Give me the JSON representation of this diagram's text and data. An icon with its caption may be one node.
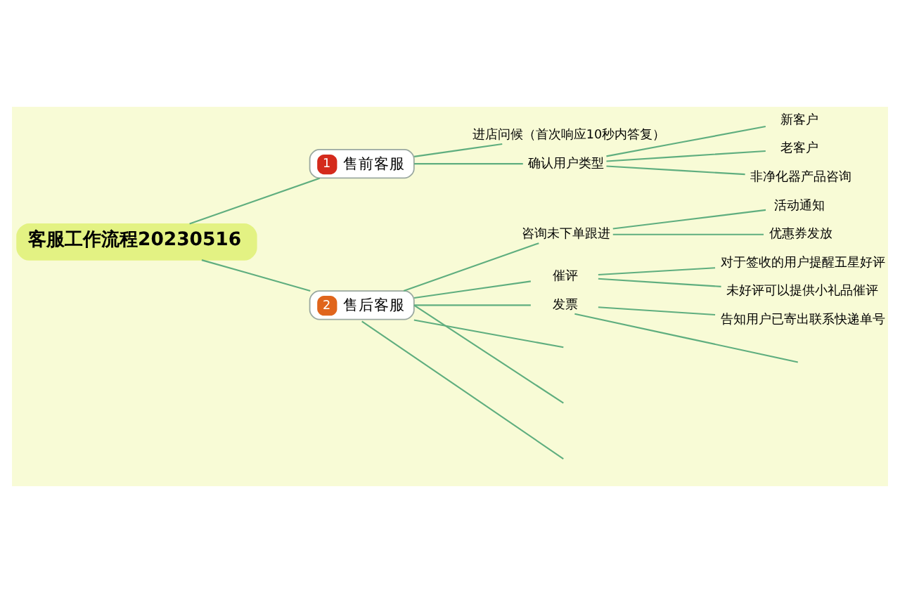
{
  "diagram": {
    "nodes": [
      {
        "text": [
          "客服工作流程20230516"
        ]
      },
      {
        "text": [
          "1",
          "售前客服"
        ]
      },
      {
        "text": [
          "进店问候（首次响应10秒内答复）"
        ]
      },
      {
        "text": [
          "确认用户类型"
        ]
      },
      {
        "text": [
          "新客户"
        ]
      },
      {
        "text": [
          "老客户"
        ]
      },
      {
        "text": [
          "非净化器产品咨询"
        ]
      },
      {
        "text": [
          "2",
          "售后客服"
        ]
      },
      {
        "text": [
          "咨询未下单跟进"
        ]
      },
      {
        "text": [
          "活动通知"
        ]
      },
      {
        "text": [
          "优惠券发放"
        ]
      },
      {
        "text": [
          "催评"
        ]
      },
      {
        "text": [
          "对于签收的用户提醒五星好评"
        ]
      },
      {
        "text": [
          "未好评可以提供小礼品催评"
        ]
      },
      {
        "text": [
          "发票"
        ]
      },
      {
        "text": [
          "告知用户已寄出联系快递单号"
        ]
      }
    ],
    "edges": [
      {
        "from": 0,
        "to": 1,
        "arrow": "none"
      },
      {
        "from": 0,
        "to": 7,
        "arrow": "none"
      },
      {
        "from": 1,
        "to": 2,
        "arrow": "none"
      },
      {
        "from": 1,
        "to": 3,
        "arrow": "none"
      },
      {
        "from": 3,
        "to": 4,
        "arrow": "none"
      },
      {
        "from": 3,
        "to": 5,
        "arrow": "none"
      },
      {
        "from": 3,
        "to": 6,
        "arrow": "none"
      },
      {
        "from": 7,
        "to": 8,
        "arrow": "none"
      },
      {
        "from": 8,
        "to": 9,
        "arrow": "none"
      },
      {
        "from": 8,
        "to": 10,
        "arrow": "none"
      },
      {
        "from": 7,
        "to": 11,
        "arrow": "none"
      },
      {
        "from": 11,
        "to": 12,
        "arrow": "none"
      },
      {
        "from": 11,
        "to": 13,
        "arrow": "none"
      },
      {
        "from": 7,
        "to": 14,
        "arrow": "none"
      },
      {
        "from": 14,
        "to": 15,
        "arrow": "none"
      },
      {
        "from": 14,
        "to": null,
        "arrow": "none"
      },
      {
        "from": 7,
        "to": null,
        "arrow": "none"
      },
      {
        "from": 7,
        "to": null,
        "arrow": "none"
      },
      {
        "from": 7,
        "to": null,
        "arrow": "none"
      }
    ]
  }
}
